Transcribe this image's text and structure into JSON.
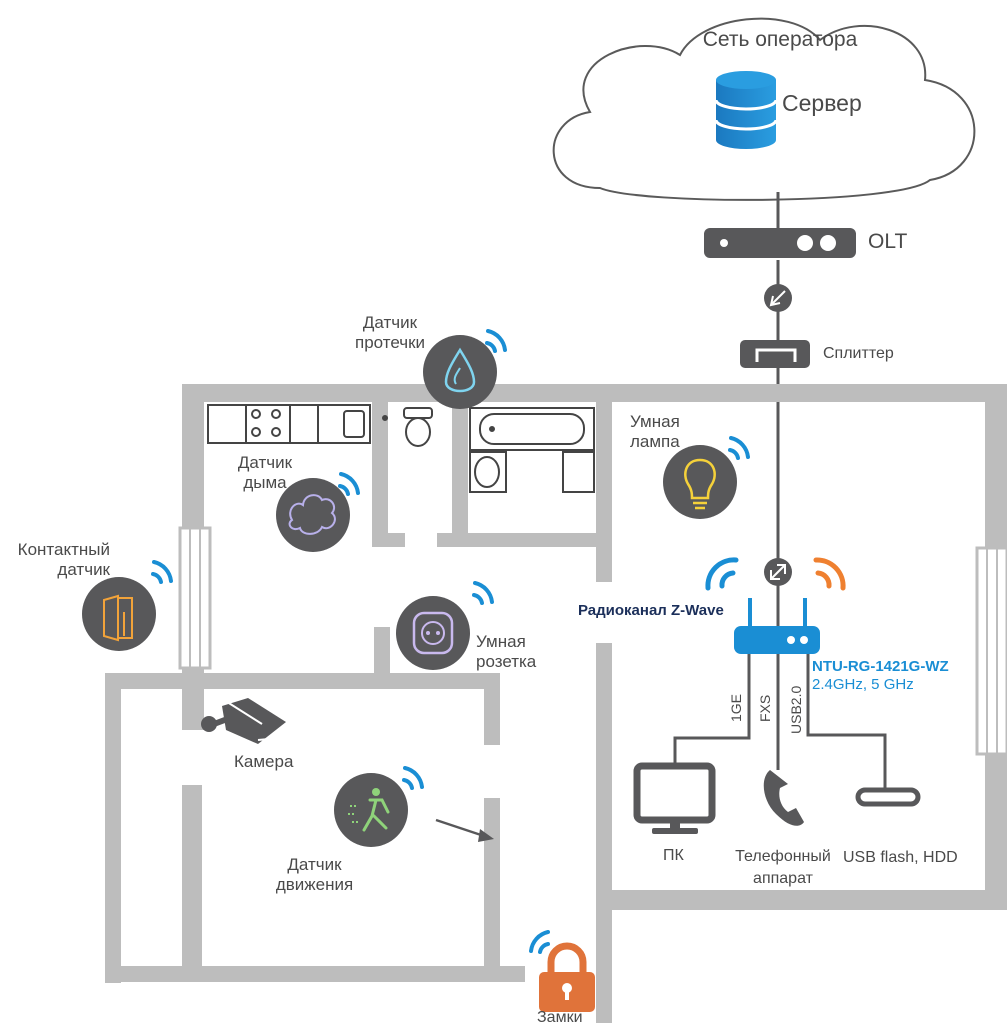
{
  "cloud": {
    "title": "Сеть оператора",
    "server_label": "Сервер"
  },
  "network": {
    "olt_label": "OLT",
    "splitter_label": "Сплиттер",
    "zwave_label": "Радиоканал Z-Wave",
    "router_model": "NTU-RG-1421G-WZ",
    "router_freq": "2.4GHz, 5 GHz",
    "ports": [
      "1GE",
      "FXS",
      "USB2.0"
    ]
  },
  "devices": {
    "leak_sensor": "Датчик\nпротечки",
    "smoke_sensor": "Датчик\nдыма",
    "smart_lamp": "Умная\nлампа",
    "contact_sensor": "Контактный\nдатчик",
    "smart_socket": "Умная\nрозетка",
    "camera": "Камера",
    "motion_sensor": "Датчик\nдвижения",
    "locks": "Замки",
    "pc": "ПК",
    "phone": "Телефонный\nаппарат",
    "usb": "USB flash, HDD"
  },
  "colors": {
    "wall": "#bdbdbd",
    "dark": "#58585a",
    "blue": "#1a8ed4",
    "orange": "#ef8030",
    "lock": "#e0733a",
    "navy": "#1b2f5a"
  }
}
